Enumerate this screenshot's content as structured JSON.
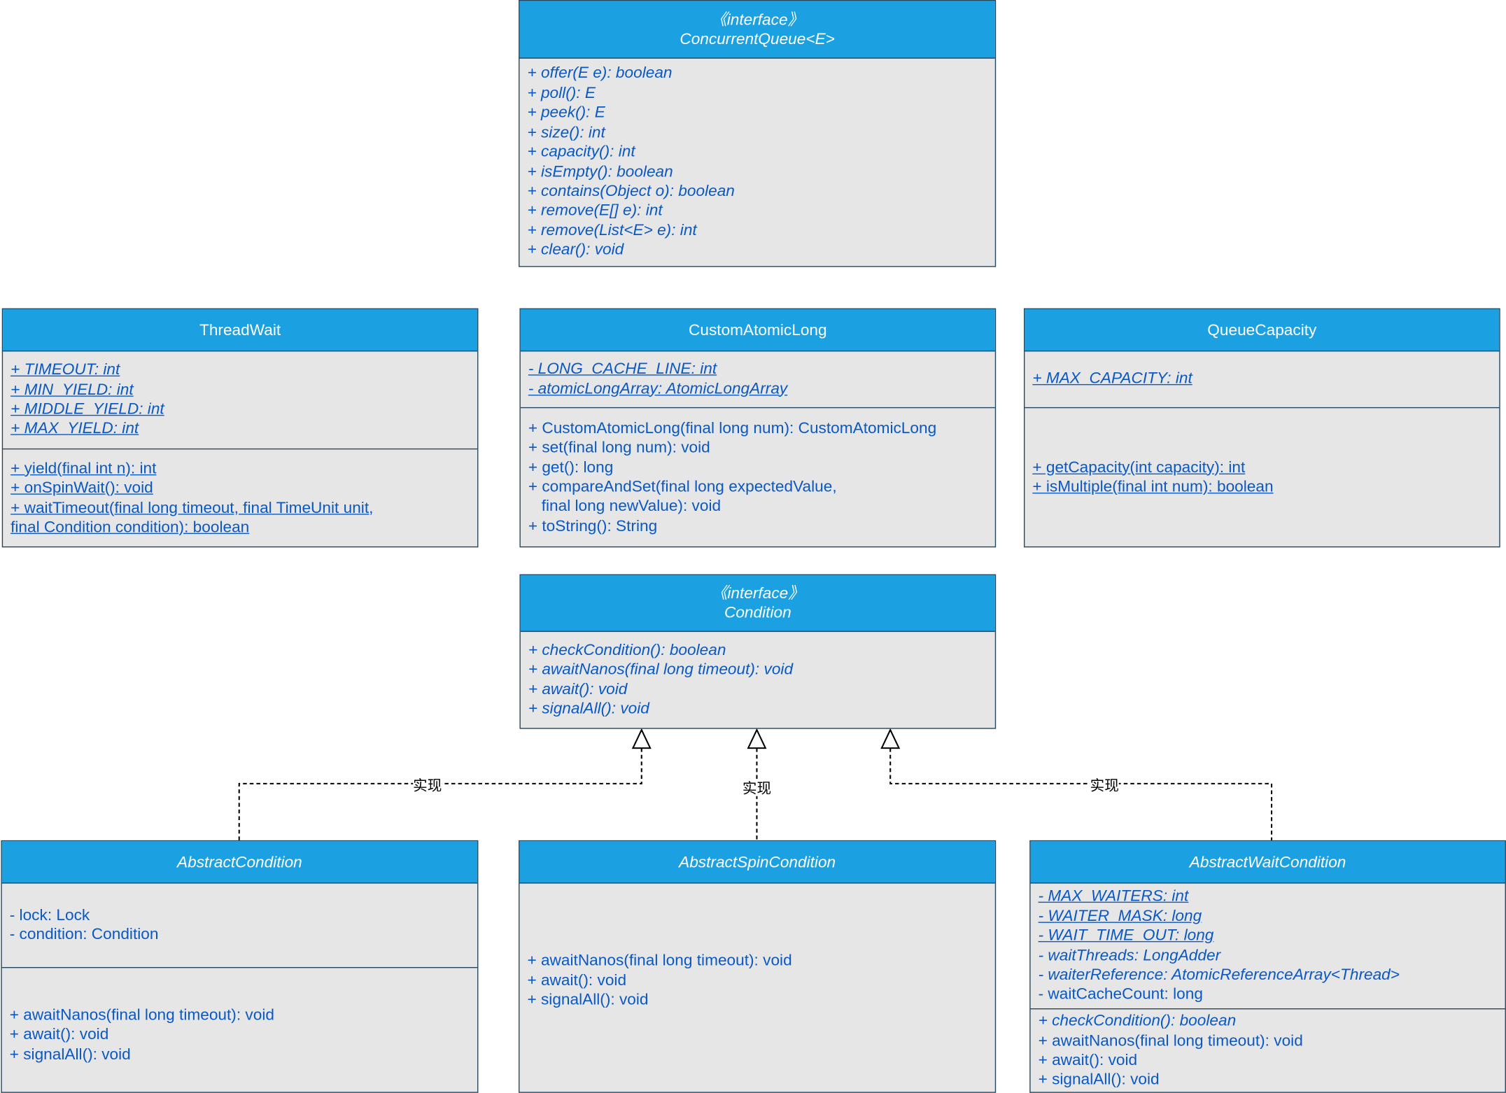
{
  "relation_label": "实现",
  "colors": {
    "header": "#1ba1e2",
    "body": "#e6e6e6",
    "border": "#23445d",
    "text": "#0a58c2"
  },
  "concurrent_queue": {
    "stereotype": "《interface》",
    "name": "ConcurrentQueue<E>",
    "methods": [
      "+ offer(E e): boolean",
      "+ poll(): E",
      "+ peek(): E",
      "+ size(): int",
      "+ capacity(): int",
      "+ isEmpty(): boolean",
      "+ contains(Object o): boolean",
      "+ remove(E[] e): int",
      "+ remove(List<E> e): int",
      "+ clear(): void"
    ]
  },
  "thread_wait": {
    "name": "ThreadWait",
    "fields": [
      "+ TIMEOUT: int",
      "+ MIN_YIELD: int",
      "+ MIDDLE_YIELD: int",
      "+ MAX_YIELD: int"
    ],
    "methods": [
      "+ yield(final int n): int",
      "+ onSpinWait(): void",
      "+ waitTimeout(final long timeout, final TimeUnit unit,",
      "final Condition condition): boolean"
    ]
  },
  "custom_atomic_long": {
    "name": "CustomAtomicLong",
    "fields": [
      "- LONG_CACHE_LINE: int",
      "- atomicLongArray: AtomicLongArray"
    ],
    "methods": [
      "+ CustomAtomicLong(final long num): CustomAtomicLong",
      "+ set(final long num): void",
      "+ get(): long",
      "+ compareAndSet(final long expectedValue,",
      "   final long newValue): void",
      "+ toString(): String"
    ]
  },
  "queue_capacity": {
    "name": "QueueCapacity",
    "fields": [
      "+ MAX_CAPACITY: int"
    ],
    "methods": [
      "+ getCapacity(int capacity): int",
      "+ isMultiple(final int num): boolean"
    ]
  },
  "condition": {
    "stereotype": "《interface》",
    "name": "Condition",
    "methods": [
      "+ checkCondition(): boolean",
      "+ awaitNanos(final long timeout): void",
      "+ await(): void",
      "+ signalAll(): void"
    ]
  },
  "abstract_condition": {
    "name": "AbstractCondition",
    "fields": [
      "- lock: Lock",
      "- condition: Condition"
    ],
    "methods": [
      "+ awaitNanos(final long timeout): void",
      "+ await(): void",
      "+ signalAll(): void"
    ]
  },
  "abstract_spin_condition": {
    "name": "AbstractSpinCondition",
    "methods": [
      "+ awaitNanos(final long timeout): void",
      "+ await(): void",
      "+ signalAll(): void"
    ]
  },
  "abstract_wait_condition": {
    "name": "AbstractWaitCondition",
    "fields": [
      "- MAX_WAITERS: int",
      "- WAITER_MASK: long",
      "- WAIT_TIME_OUT: long",
      "- waitThreads: LongAdder",
      "- waiterReference: AtomicReferenceArray<Thread>",
      "- waitCacheCount: long"
    ],
    "methods": [
      "+ checkCondition(): boolean",
      "+ awaitNanos(final long timeout): void",
      "+ await(): void",
      "+ signalAll(): void"
    ]
  }
}
